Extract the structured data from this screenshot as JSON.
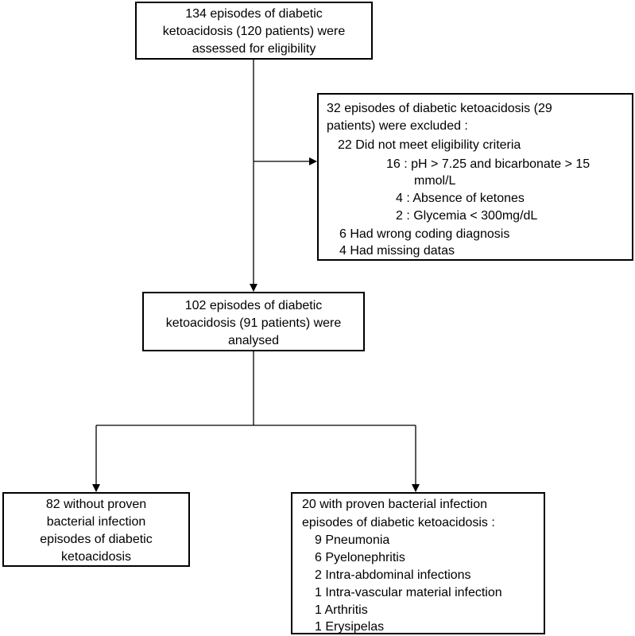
{
  "assessed": {
    "lines": [
      "134 episodes of diabetic",
      "ketoacidosis (120 patients) were",
      "assessed for eligibility"
    ]
  },
  "excluded": {
    "header": [
      "32 episodes of diabetic ketoacidosis (29",
      "patients) were excluded :"
    ],
    "criteria_heading": "22 Did not meet eligibility criteria",
    "criteria": [
      "16 : pH > 7.25 and bicarbonate > 15",
      "mmol/L",
      "4 : Absence of ketones",
      "2 : Glycemia < 300mg/dL"
    ],
    "other": [
      "6 Had wrong coding diagnosis",
      "4 Had missing datas"
    ]
  },
  "analysed": {
    "lines": [
      "102 episodes of diabetic",
      "ketoacidosis (91 patients) were",
      "analysed"
    ]
  },
  "without_infection": {
    "lines": [
      "82 without proven",
      "bacterial infection",
      "episodes of diabetic",
      "ketoacidosis"
    ]
  },
  "with_infection": {
    "header": [
      "20 with proven bacterial infection",
      "episodes of diabetic ketoacidosis :"
    ],
    "items": [
      "9 Pneumonia",
      "6 Pyelonephritis",
      "2 Intra-abdominal infections",
      "1 Intra-vascular material infection",
      "1 Arthritis",
      "1 Erysipelas"
    ]
  }
}
